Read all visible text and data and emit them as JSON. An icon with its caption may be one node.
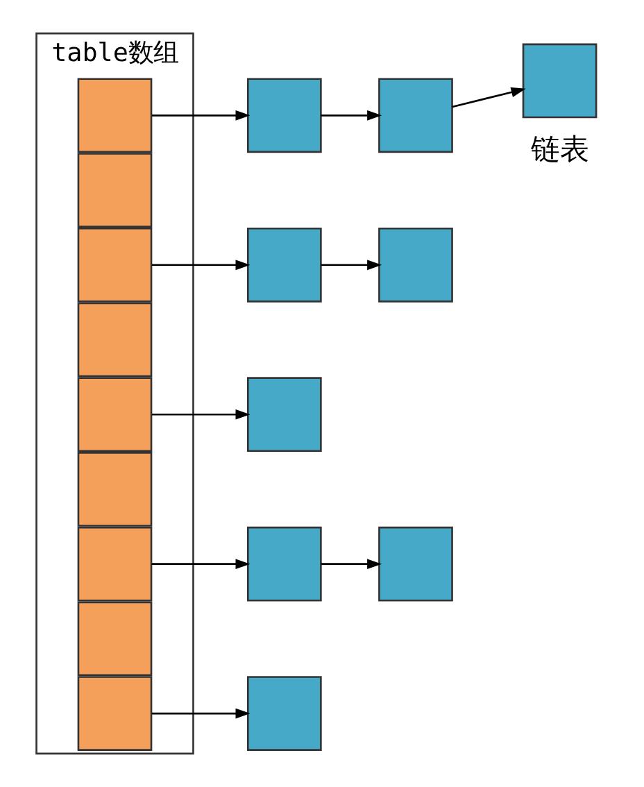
{
  "diagram": {
    "nodes": [
      {
        "text": [
          "table数组"
        ]
      },
      {
        "text": [],
        "shape": "box",
        "in": 0
      },
      {
        "text": [],
        "shape": "box",
        "in": 0
      },
      {
        "text": [],
        "shape": "box",
        "in": 0
      },
      {
        "text": [],
        "shape": "box",
        "in": 0
      },
      {
        "text": [],
        "shape": "box",
        "in": 0
      },
      {
        "text": [],
        "shape": "box",
        "in": 0
      },
      {
        "text": [],
        "shape": "box",
        "in": 0
      },
      {
        "text": [],
        "shape": "box",
        "in": 0
      },
      {
        "text": [],
        "shape": "box",
        "in": 0
      },
      {
        "text": [],
        "shape": "box"
      },
      {
        "text": [],
        "shape": "box"
      },
      {
        "text": [],
        "shape": "box"
      },
      {
        "text": [],
        "shape": "box"
      },
      {
        "text": [],
        "shape": "box"
      },
      {
        "text": [],
        "shape": "box"
      },
      {
        "text": [],
        "shape": "box"
      },
      {
        "text": [],
        "shape": "box"
      },
      {
        "text": [],
        "shape": "box"
      }
    ],
    "edges": [
      {
        "from": 1,
        "to": 10,
        "arrow": "to"
      },
      {
        "from": 10,
        "to": 11,
        "arrow": "to"
      },
      {
        "from": 11,
        "to": 12,
        "arrow": "to"
      },
      {
        "from": 3,
        "to": 13,
        "arrow": "to"
      },
      {
        "from": 13,
        "to": 14,
        "arrow": "to"
      },
      {
        "from": 5,
        "to": 15,
        "arrow": "to"
      },
      {
        "from": 7,
        "to": 16,
        "arrow": "to"
      },
      {
        "from": 16,
        "to": 17,
        "arrow": "to"
      },
      {
        "from": 9,
        "to": 18,
        "arrow": "to"
      }
    ],
    "labels": [
      "链表"
    ]
  }
}
